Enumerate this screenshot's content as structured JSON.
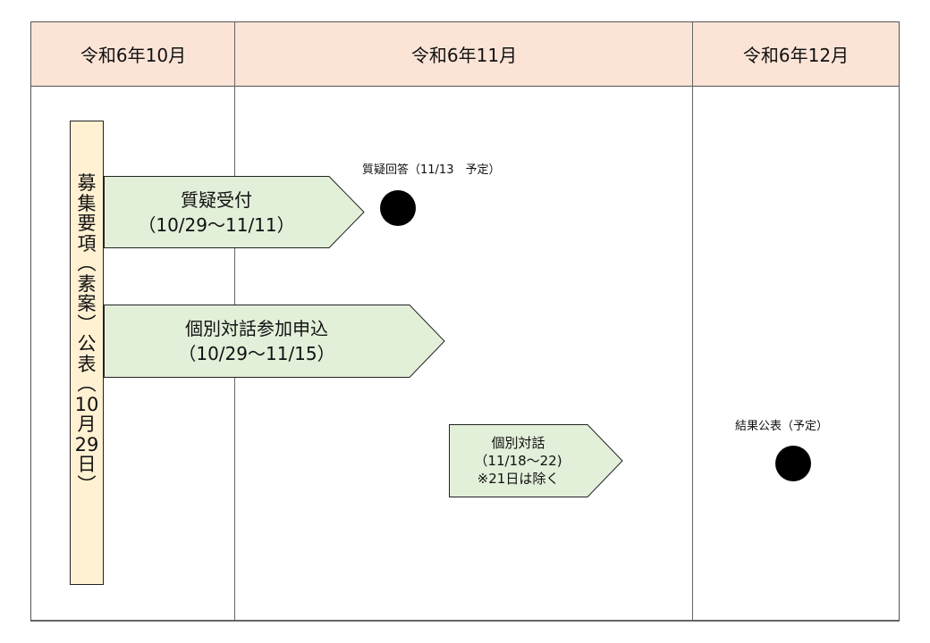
{
  "header": {
    "columns": [
      {
        "label": "令和6年10月"
      },
      {
        "label": "令和6年11月"
      },
      {
        "label": "令和6年12月"
      }
    ]
  },
  "colors": {
    "header_bg": "#fbe4d6",
    "vertical_bar_bg": "#fff1d2",
    "arrow_fill": "#e2efd9",
    "dot": "#000000"
  },
  "vertical_bar": {
    "chars": [
      "募",
      "集",
      "要",
      "項",
      "︵",
      "素",
      "案",
      "︶",
      "公",
      "表",
      "︵",
      "10",
      "月",
      "29",
      "日",
      "︶"
    ],
    "text": "募集要項（素案）公表（10月29日）"
  },
  "arrows": [
    {
      "title": "質疑受付",
      "period": "（10/29〜11/11）"
    },
    {
      "title": "個別対話参加申込",
      "period": "（10/29〜11/15）"
    },
    {
      "title": "個別対話",
      "period": "（11/18〜22)",
      "note": "※21日は除く"
    }
  ],
  "milestones": [
    {
      "label": "質疑回答（11/13　予定）"
    },
    {
      "label": "結果公表（予定）"
    }
  ]
}
